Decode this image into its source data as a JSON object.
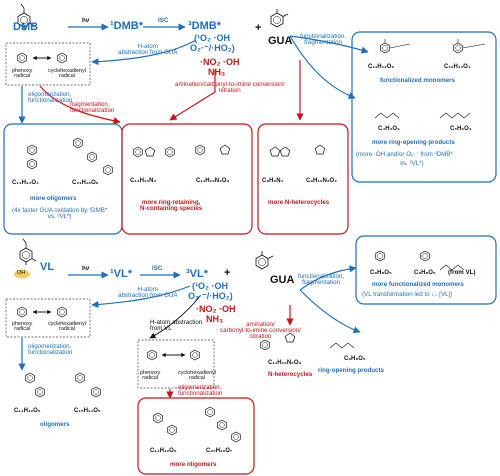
{
  "colors": {
    "blue": "#1f6fbf",
    "red": "#c8141a",
    "black": "#111111",
    "highlight": "#f5c242"
  },
  "top": {
    "reactant": "DMB",
    "hv": "hν",
    "singlet": "¹DMB*",
    "isc": "ISC",
    "triplet": "³DMB*",
    "oxidants_line1": "(¹O₂ ·OH",
    "oxidants_line2": "O₂·⁻/·HO₂)",
    "plus": "+",
    "partner": "GUA",
    "no2_oh": "·NO₂ ·OH",
    "nh3": "NH₃",
    "h_atom": "H-atom\nabstraction from GUA",
    "phenoxy": "phenoxy\nradical",
    "cyclohexadienyl": "cyclohexadienyl\nradical",
    "func_frag": "functionalization,\nfragmentation",
    "f1": "C₁₁H₁₂O₆",
    "f2": "C₁₂H₁₄O₄",
    "functionalized_monomers": "functionalized monomers",
    "f3": "C₄H₄O₃",
    "f4": "C₅H₆O₄",
    "more_ring_opening": "more ring-opening products",
    "ring_opening_note_1": "(more ·OH and/or O₂·⁻ from ³DMB*",
    "ring_opening_note_2": "vs. ³VL*)",
    "olig_func": "oligomerization,\nfunctionalization",
    "frag_func": "fragmentation,\nfunctionalization",
    "amination": "amination/carbonyl-to-imine conversion/\nnitration",
    "olig1": "C₁₄H₁₄O₄",
    "olig2": "C₂₁H₁₈O₈",
    "more_oligomers": "more oligomers",
    "olig_note": "(4x faster GUA oxidation by ³DMB*\nvs. ³VL*)",
    "n1": "C₁₃H₁₀N₄",
    "n2": "C₁₁H₁₂N₂O₃",
    "ring_retaining": "more ring-retaining,\nN-containing species",
    "n3": "C₈H₆N₄",
    "n4": "C₉H₁₀N₂O₂",
    "more_n_heterocycles": "more N-heterocycles"
  },
  "bottom": {
    "reactant": "VL",
    "oh_label": "OH",
    "hv": "hν",
    "singlet": "¹VL*",
    "isc": "ISC",
    "triplet": "³VL*",
    "oxidants_line1": "(¹O₂ ·OH",
    "oxidants_line2": "O₂·⁻/·HO₂)",
    "plus": "+",
    "partner": "GUA",
    "no2_oh": "·NO₂ ·OH",
    "nh3": "NH₃",
    "h_atom_gua": "H-atom\nabstraction from GUA",
    "phenoxy": "phenoxy\nradical",
    "cyclohexadienyl": "cyclohexadienyl\nradical",
    "olig_func": "oligomerization,\nfunctionalization",
    "h_atom_vl": "H-atom abstraction\nfrom VL",
    "amination": "amination/\ncarbonyl-to-imine conversion/\nnitration",
    "func_frag": "functionalization,\nfragmentation",
    "o1": "C₁₄H₁₂O₆",
    "o2": "C₁₅H₁₄O₅",
    "oligomers": "oligomers",
    "phenoxy2": "phenoxy\nradical",
    "cyclohexadienyl2": "cyclohexadienyl\nradical",
    "n1": "C₁₁H₁₀N₂O₃",
    "n_heterocycles": "N-heterocycles",
    "r1": "C₈H₈O₅",
    "r2": "C₈H₈O₅",
    "from_vl": "(from VL)",
    "r3": "C₆H₈O₅",
    "ring_opening": "ring-opening products",
    "more_functionalized": "more functionalized monomers",
    "vl_note": "(VL transformation led to ↓↓ [VL])",
    "olig_func2": "oligomerization,\nfunctionalization",
    "mo1": "C₁₄H₁₂O₆",
    "mo2": "C₂₀H₁₆O₇",
    "more_oligomers": "more oligomers"
  }
}
